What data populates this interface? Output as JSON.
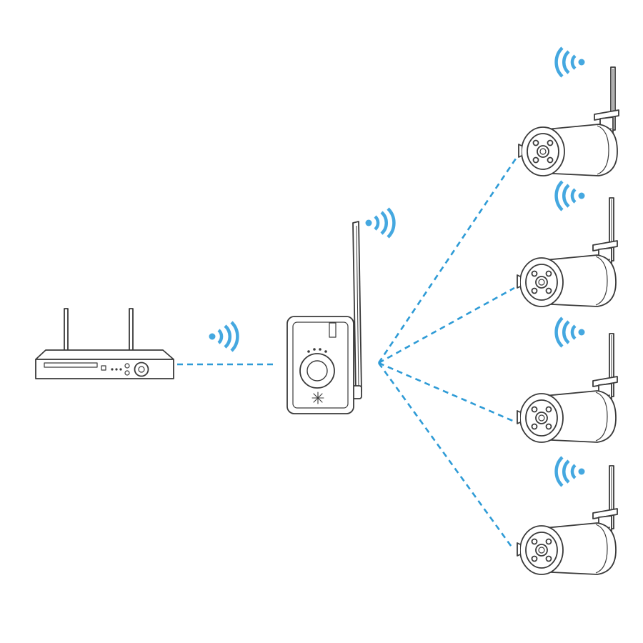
{
  "diagram": {
    "nodes": [
      {
        "id": "nvr",
        "kind": "nvr-recorder",
        "icon": "nvr-icon"
      },
      {
        "id": "repeater",
        "kind": "wifi-repeater",
        "icon": "repeater-icon"
      },
      {
        "id": "camera-1",
        "kind": "bullet-camera",
        "icon": "camera-icon"
      },
      {
        "id": "camera-2",
        "kind": "bullet-camera",
        "icon": "camera-icon"
      },
      {
        "id": "camera-3",
        "kind": "bullet-camera",
        "icon": "camera-icon"
      },
      {
        "id": "camera-4",
        "kind": "bullet-camera",
        "icon": "camera-icon"
      }
    ],
    "edges": [
      {
        "from": "nvr",
        "to": "repeater",
        "style": "dashed"
      },
      {
        "from": "repeater",
        "to": "camera-1",
        "style": "dashed"
      },
      {
        "from": "repeater",
        "to": "camera-2",
        "style": "dashed"
      },
      {
        "from": "repeater",
        "to": "camera-3",
        "style": "dashed"
      },
      {
        "from": "repeater",
        "to": "camera-4",
        "style": "dashed"
      }
    ],
    "signal_icon": "wifi-signal-icon"
  },
  "colors": {
    "link": "#2e9bd6",
    "signal": "#45a8e0",
    "outline": "#3a3a3a",
    "background": "#ffffff"
  }
}
